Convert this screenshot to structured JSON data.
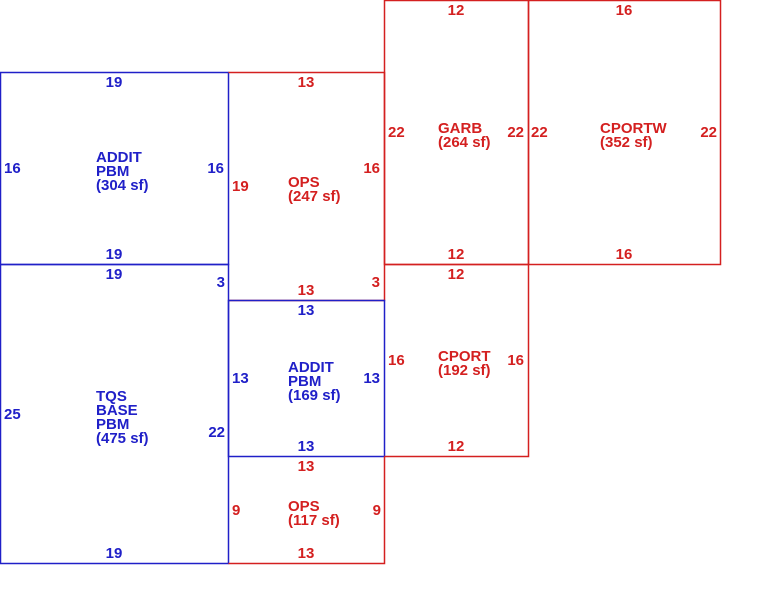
{
  "colors": {
    "blue": "#2020c8",
    "red": "#d42020",
    "background": "#ffffff"
  },
  "areas": [
    {
      "id": "addit-pbm-304",
      "color": "blue",
      "label": [
        "ADDIT",
        "PBM",
        "(304 sf)"
      ],
      "dimensions": {
        "top": "19",
        "bottom": "19",
        "left": "16",
        "right": "16"
      }
    },
    {
      "id": "tqs-base-pbm-475",
      "color": "blue",
      "label": [
        "TQS",
        "BASE",
        "PBM",
        "(475 sf)"
      ],
      "dimensions": {
        "top": "19",
        "bottom": "19",
        "left": "25",
        "right": "22",
        "right_offset": "3"
      }
    },
    {
      "id": "ops-247",
      "color": "red",
      "label": [
        "OPS",
        "(247 sf)"
      ],
      "dimensions": {
        "top": "13",
        "bottom": "13",
        "left": "19",
        "right": "16",
        "right_offset": "3"
      }
    },
    {
      "id": "addit-pbm-169",
      "color": "blue",
      "label": [
        "ADDIT",
        "PBM",
        "(169 sf)"
      ],
      "dimensions": {
        "top": "13",
        "bottom": "13",
        "left": "13",
        "right": "13"
      }
    },
    {
      "id": "ops-117",
      "color": "red",
      "label": [
        "OPS",
        "(117 sf)"
      ],
      "dimensions": {
        "top": "13",
        "bottom": "13",
        "left": "9",
        "right": "9"
      }
    },
    {
      "id": "garb-264",
      "color": "red",
      "label": [
        "GARB",
        "(264 sf)"
      ],
      "dimensions": {
        "top": "12",
        "bottom": "12",
        "left": "22",
        "right": "22"
      }
    },
    {
      "id": "cportw-352",
      "color": "red",
      "label": [
        "CPORTW",
        "(352 sf)"
      ],
      "dimensions": {
        "top": "16",
        "bottom": "16",
        "left": "22",
        "right": "22"
      }
    },
    {
      "id": "cport-192",
      "color": "red",
      "label": [
        "CPORT",
        "(192 sf)"
      ],
      "dimensions": {
        "top": "12",
        "bottom": "12",
        "left": "16",
        "right": "16"
      }
    }
  ]
}
